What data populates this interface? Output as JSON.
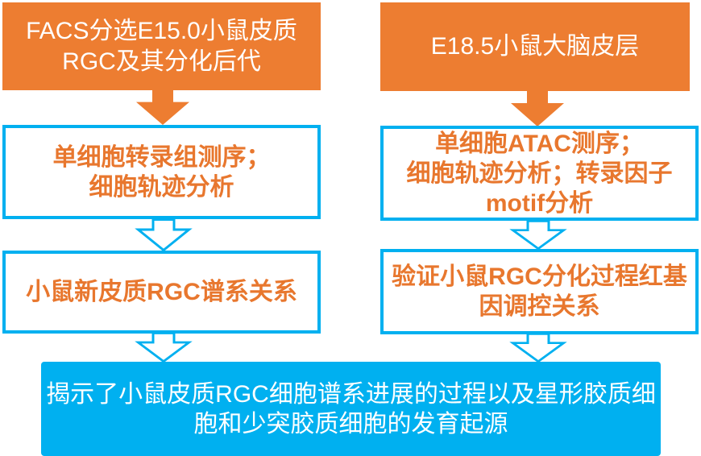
{
  "colors": {
    "orange": "#ED7D31",
    "cyan": "#00B0F0",
    "textOrange": "#E8772E",
    "background": "#FFFFFF"
  },
  "flowchart": {
    "columns": [
      {
        "source": {
          "lines": [
            "FACS分选E15.0小鼠皮质",
            "RGC及其分化后代"
          ]
        },
        "method": {
          "lines": [
            "单细胞转录组测序；",
            "细胞轨迹分析"
          ]
        },
        "result": {
          "lines": [
            "小鼠新皮质RGC谱系关系"
          ]
        }
      },
      {
        "source": {
          "lines": [
            "E18.5小鼠大脑皮层"
          ]
        },
        "method": {
          "lines": [
            "单细胞ATAC测序；",
            "细胞轨迹分析；转录因子",
            "motif分析"
          ]
        },
        "result": {
          "lines": [
            "验证小鼠RGC分化过程红基",
            "因调控关系"
          ]
        }
      }
    ],
    "conclusion": {
      "lines": [
        "揭示了小鼠皮质RGC细胞谱系进展的过程以及星形胶质细",
        "胞和少突胶质细胞的发育起源"
      ]
    }
  }
}
